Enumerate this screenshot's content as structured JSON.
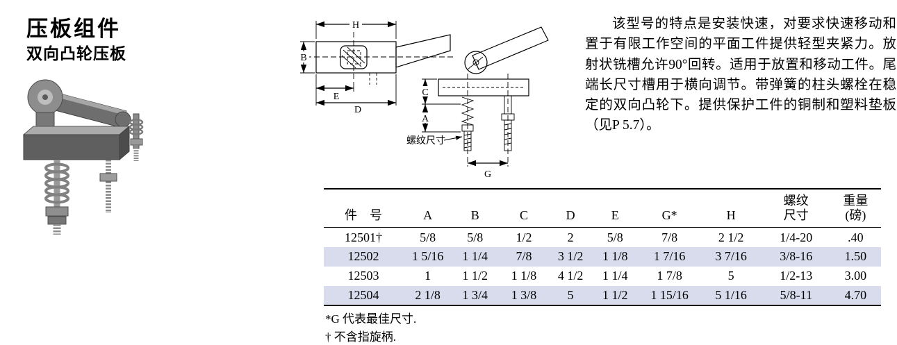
{
  "page": {
    "title": "压板组件",
    "subtitle": "双向凸轮压板",
    "stripe_color": "#d8dcec"
  },
  "description": "该型号的特点是安装快速，对要求快速移动和置于有限工作空间的平面工件提供轻型夹紧力。放射状铣槽允许90°回转。适用于放置和移动工件。尾端长尺寸槽用于横向调节。带弹簧的柱头螺栓在稳定的双向凸轮下。提供保护工件的铜制和塑料垫板（见P 5.7）。",
  "drawings": {
    "top_view": {
      "dims": {
        "H": "H",
        "B": "B",
        "E": "E",
        "D": "D"
      }
    },
    "front_view": {
      "dims": {
        "C": "C",
        "A": "A",
        "G": "G"
      },
      "thread_label": "螺纹尺寸"
    }
  },
  "table": {
    "headers": [
      "件　号",
      "A",
      "B",
      "C",
      "D",
      "E",
      "G*",
      "H",
      "螺纹\n尺寸",
      "重量\n(磅)"
    ],
    "rows": [
      [
        "12501†",
        "5/8",
        "5/8",
        "1/2",
        "2",
        "5/8",
        "7/8",
        "2 1/2",
        "1/4-20",
        ".40"
      ],
      [
        "12502",
        "1 5/16",
        "1 1/4",
        "7/8",
        "3 1/2",
        "1 1/8",
        "1 7/16",
        "3 7/16",
        "3/8-16",
        "1.50"
      ],
      [
        "12503",
        "1",
        "1 1/2",
        "1 1/8",
        "4 1/2",
        "1 1/4",
        "1 7/8",
        "5",
        "1/2-13",
        "3.00"
      ],
      [
        "12504",
        "2 1/8",
        "1 3/4",
        "1 3/8",
        "5",
        "1 1/2",
        "1 15/16",
        "5 1/16",
        "5/8-11",
        "4.70"
      ]
    ]
  },
  "footnotes": [
    "*G 代表最佳尺寸.",
    "† 不含指旋柄."
  ]
}
